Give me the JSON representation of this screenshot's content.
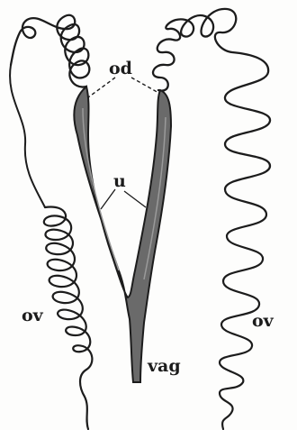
{
  "figure": {
    "labels": {
      "oviduct": "od",
      "uterus": "u",
      "ovary_left": "ov",
      "ovary_right": "ov",
      "vagina": "vag"
    },
    "colors": {
      "ink": "#1c1c1c",
      "uterus_fill": "#6a6a6a",
      "paper": "#fdfdfc"
    }
  }
}
